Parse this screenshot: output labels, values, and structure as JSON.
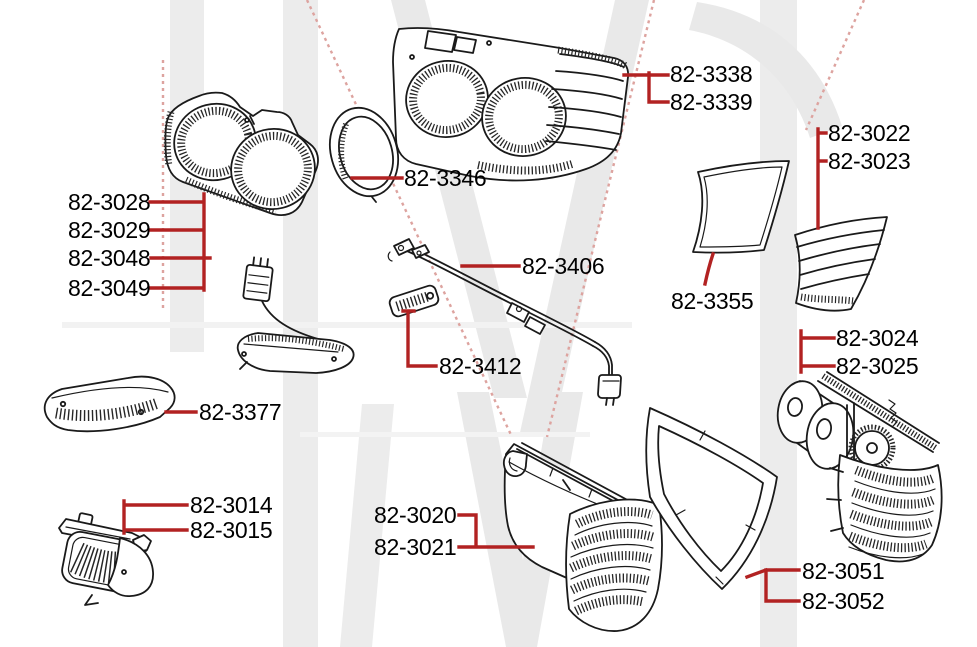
{
  "colors": {
    "background": "#ffffff",
    "line_art": "#1a1a1a",
    "leader_line": "#b22222",
    "label_text": "#000000",
    "watermark_gray": "#e9e9e9",
    "watermark_red": "#dda39f"
  },
  "callouts": [
    {
      "label": "82-3028"
    },
    {
      "label": "82-3029"
    },
    {
      "label": "82-3048"
    },
    {
      "label": "82-3049"
    },
    {
      "label": "82-3346"
    },
    {
      "label": "82-3338"
    },
    {
      "label": "82-3339"
    },
    {
      "label": "82-3022"
    },
    {
      "label": "82-3023"
    },
    {
      "label": "82-3406"
    },
    {
      "label": "82-3355"
    },
    {
      "label": "82-3412"
    },
    {
      "label": "82-3024"
    },
    {
      "label": "82-3025"
    },
    {
      "label": "82-3377"
    },
    {
      "label": "82-3014"
    },
    {
      "label": "82-3015"
    },
    {
      "label": "82-3020"
    },
    {
      "label": "82-3021"
    },
    {
      "label": "82-3051"
    },
    {
      "label": "82-3052"
    }
  ]
}
